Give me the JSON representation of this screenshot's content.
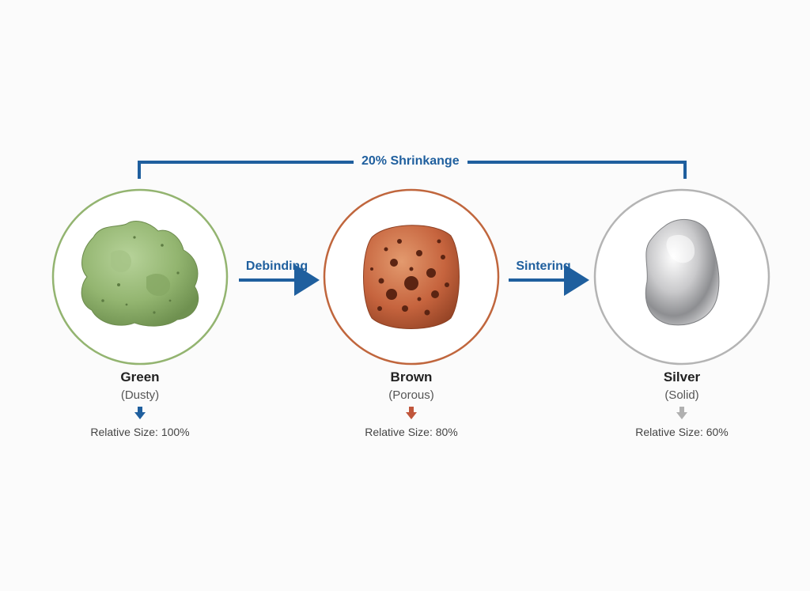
{
  "shrinkage": {
    "label": "20% Shrinkange",
    "color": "#1f5f9e"
  },
  "transitions": [
    {
      "label": "Debinding"
    },
    {
      "label": "Sintering"
    }
  ],
  "stages": [
    {
      "name": "Green",
      "state": "(Dusty)",
      "relative": "Relative Size: 100%",
      "ring": "#93b470",
      "down_color": "#1f5f9e"
    },
    {
      "name": "Brown",
      "state": "(Porous)",
      "relative": "Relative Size: 80%",
      "ring": "#c0663d",
      "down_color": "#c0563b"
    },
    {
      "name": "Silver",
      "state": "(Solid)",
      "relative": "Relative Size: 60%",
      "ring": "#b4b4b4",
      "down_color": "#b0b0b0"
    }
  ]
}
